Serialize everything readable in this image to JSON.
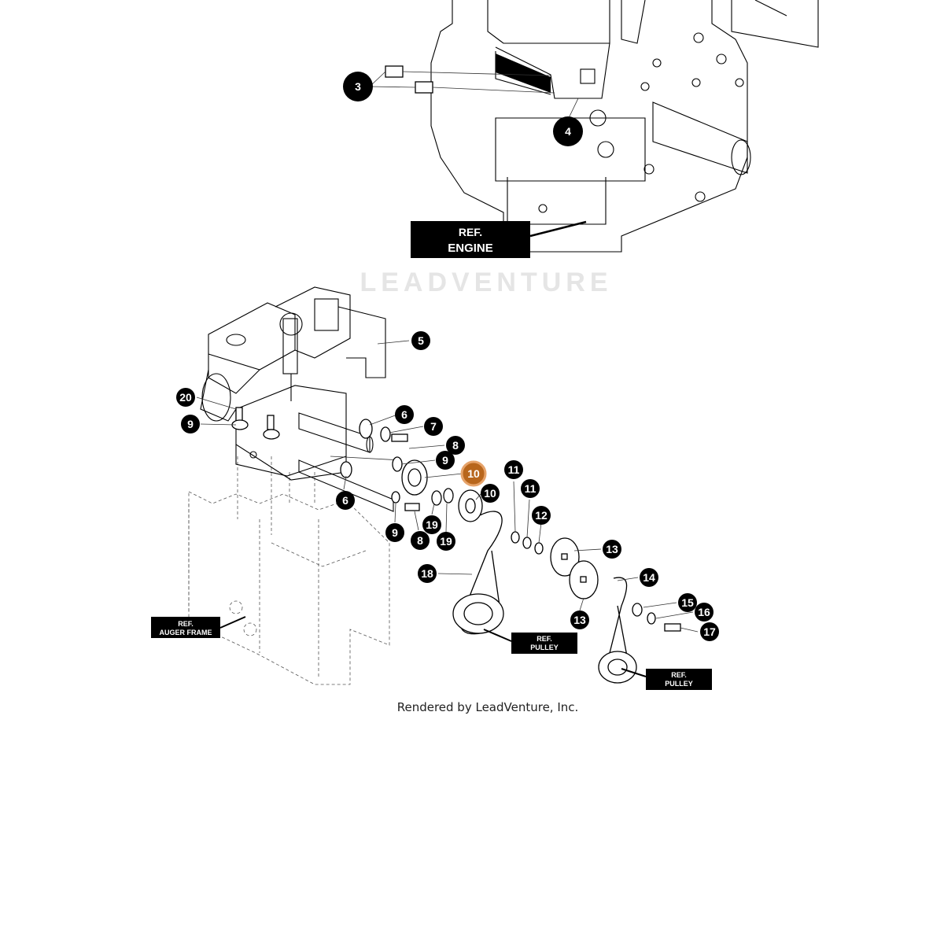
{
  "watermark": "LEADVENTURE",
  "footer": "Rendered by LeadVenture, Inc.",
  "ref_labels": {
    "engine": [
      "REF.",
      "ENGINE"
    ],
    "auger_frame": [
      "REF.",
      "AUGER FRAME"
    ],
    "pulley_1": [
      "REF.",
      "PULLEY"
    ],
    "pulley_2": [
      "REF.",
      "PULLEY"
    ]
  },
  "callouts": {
    "c3": "3",
    "c4": "4",
    "c5": "5",
    "c6a": "6",
    "c6b": "6",
    "c7": "7",
    "c8a": "8",
    "c8b": "8",
    "c9a": "9",
    "c9b": "9",
    "c9c": "9",
    "c10a": "10",
    "c10b": "10",
    "c11a": "11",
    "c11b": "11",
    "c12": "12",
    "c13a": "13",
    "c13b": "13",
    "c14": "14",
    "c15": "15",
    "c16": "16",
    "c17": "17",
    "c18": "18",
    "c19a": "19",
    "c19b": "19",
    "c20": "20"
  },
  "colors": {
    "highlight": "#b8661c",
    "callout": "#000000"
  },
  "selected_callout": "10"
}
